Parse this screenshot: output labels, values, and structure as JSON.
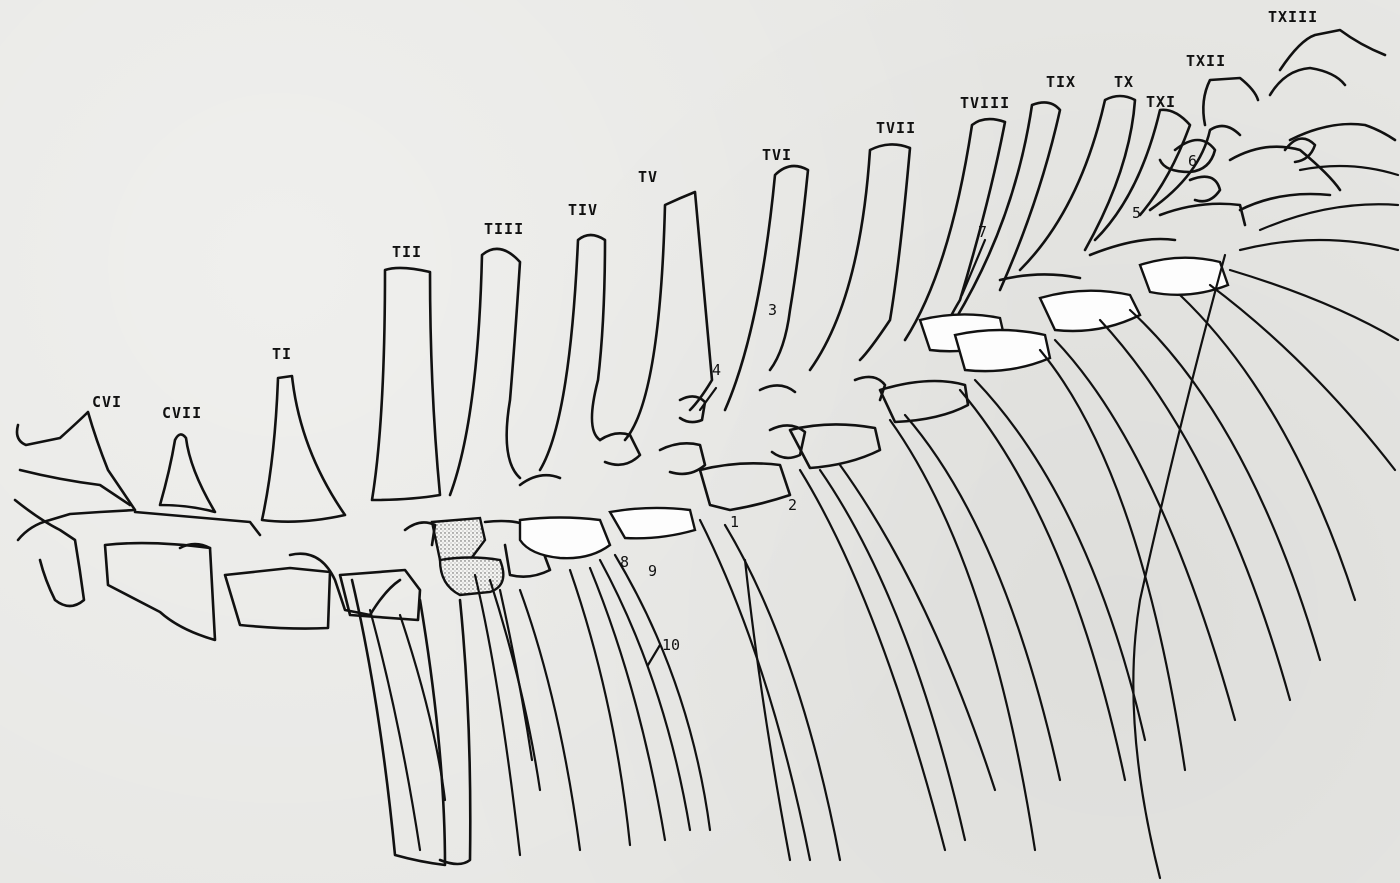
{
  "vertebra_labels": [
    {
      "id": "cvi",
      "text": "CVI"
    },
    {
      "id": "cvii",
      "text": "CVII"
    },
    {
      "id": "ti",
      "text": "TI"
    },
    {
      "id": "tii",
      "text": "TII"
    },
    {
      "id": "tiii",
      "text": "TIII"
    },
    {
      "id": "tiv",
      "text": "TIV"
    },
    {
      "id": "tv",
      "text": "TV"
    },
    {
      "id": "tvi",
      "text": "TVI"
    },
    {
      "id": "tvii",
      "text": "TVII"
    },
    {
      "id": "tviii",
      "text": "TVIII"
    },
    {
      "id": "tix",
      "text": "TIX"
    },
    {
      "id": "tx",
      "text": "TX"
    },
    {
      "id": "txi",
      "text": "TXI"
    },
    {
      "id": "txii",
      "text": "TXII"
    },
    {
      "id": "txiii",
      "text": "TXIII"
    }
  ],
  "callout_numbers": [
    "1",
    "2",
    "3",
    "4",
    "5",
    "6",
    "7",
    "8",
    "9",
    "10"
  ]
}
